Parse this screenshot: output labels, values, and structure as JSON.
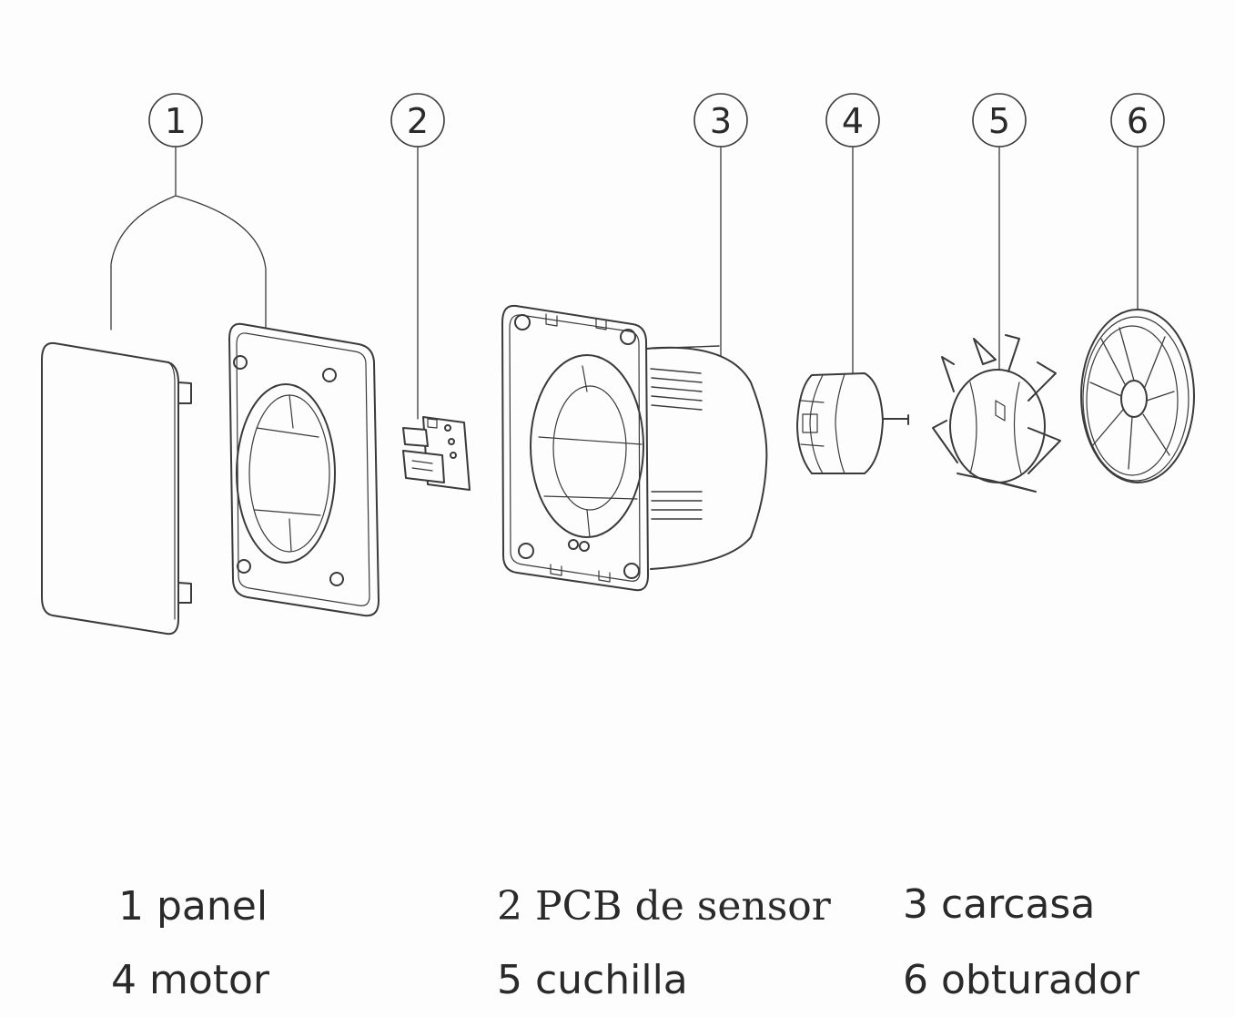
{
  "callouts": [
    "1",
    "2",
    "3",
    "4",
    "5",
    "6"
  ],
  "legend": {
    "item1": "1 panel",
    "item2": "2 PCB de sensor",
    "item3": "3 carcasa",
    "item4": "4 motor",
    "item5": "5 cuchilla",
    "item6": "6 obturador"
  },
  "colors": {
    "line": "#3a3a3a",
    "fill": "#fdfdfd"
  }
}
